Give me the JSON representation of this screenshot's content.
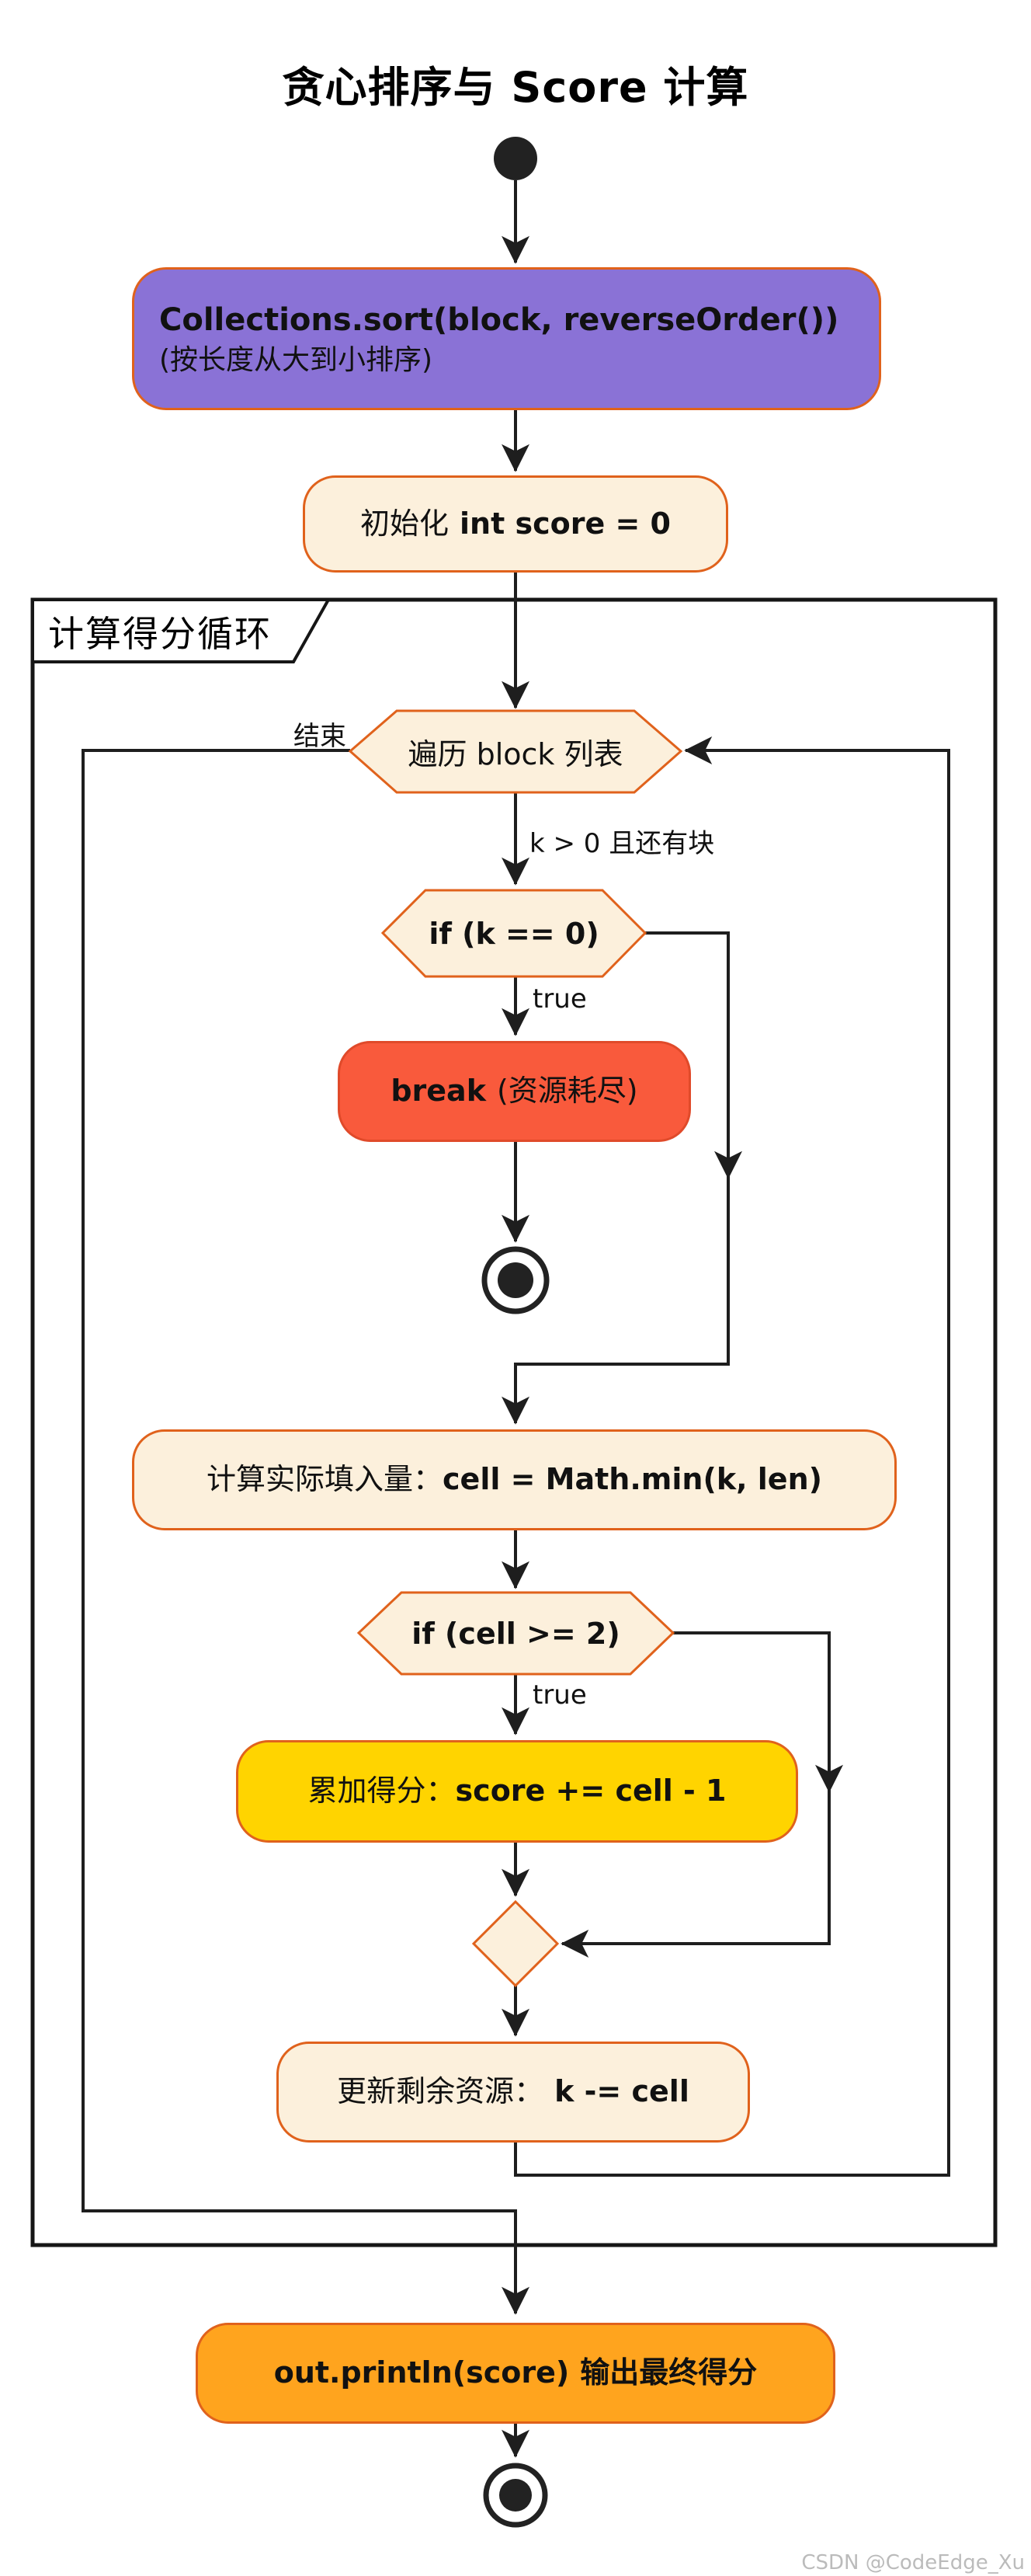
{
  "title": "贪心排序与 Score 计算",
  "watermark": "CSDN @CodeEdge_Xu",
  "colors": {
    "border_orange": "#E0621C",
    "purple_fill": "#8A72D6",
    "cream_fill": "#FCF0DC",
    "red_fill": "#F95A3C",
    "yellow_fill": "#FFD400",
    "orange_fill": "#FFA41E",
    "line": "#1E1E1E"
  },
  "diagram": {
    "partition_label": "计算得分循环",
    "nodes": {
      "sort": {
        "line1": "Collections.sort(block, reverseOrder())",
        "line2": "(按长度从大到小排序)"
      },
      "init": {
        "prefix": "初始化",
        "code": "int score = 0"
      },
      "loop": {
        "label": "遍历 block 列表"
      },
      "if_k": {
        "label": "if (k == 0)"
      },
      "break_node": {
        "code": "break",
        "note": "(资源耗尽)"
      },
      "calc": {
        "prefix": "计算实际填入量：",
        "code": "cell = Math.min(k, len)"
      },
      "if_cell": {
        "label": "if (cell >= 2)"
      },
      "score": {
        "prefix": "累加得分：",
        "code": "score += cell - 1"
      },
      "update": {
        "prefix": "更新剩余资源：",
        "code": "k -= cell"
      },
      "println": {
        "code": "out.println(score)",
        "suffix": "输出最终得分"
      }
    },
    "edge_labels": {
      "exit": "结束",
      "loop_condition": "k > 0 且还有块",
      "if_k_true": "true",
      "if_cell_true": "true"
    }
  }
}
